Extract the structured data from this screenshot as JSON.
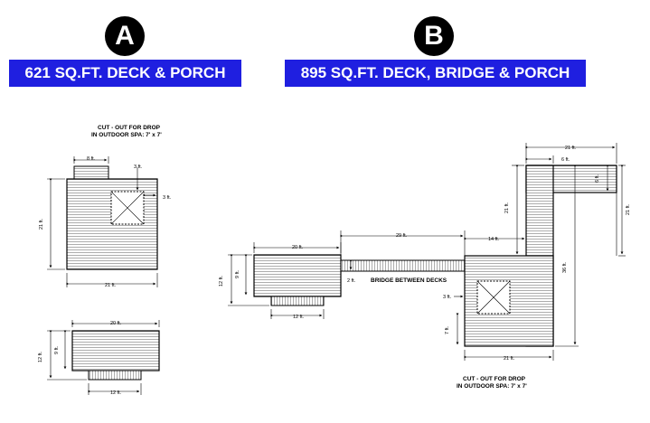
{
  "plan_a": {
    "badge": "A",
    "title": "621 SQ.FT. DECK & PORCH",
    "spa_note_line1": "CUT - OUT FOR DROP",
    "spa_note_line2": "IN OUTDOOR SPA: 7' x 7'",
    "dims": {
      "steps_width": "8 ft.",
      "spa_top_offset": "3 ft.",
      "spa_right_offset": "3 ft.",
      "deck_height": "21 ft.",
      "deck_width": "21 ft.",
      "porch_width": "20 ft.",
      "porch_depth_inner": "9 ft.",
      "porch_depth_total": "12 ft.",
      "porch_steps": "12 ft."
    }
  },
  "plan_b": {
    "badge": "B",
    "title": "895 SQ.FT. DECK, BRIDGE & PORCH",
    "bridge_label": "BRIDGE BETWEEN DECKS",
    "spa_note_line1": "CUT - OUT FOR DROP",
    "spa_note_line2": "IN OUTDOOR SPA: 7' x 7'",
    "dims": {
      "porch_width": "20 ft.",
      "porch_depth_inner": "9 ft.",
      "porch_depth_total": "12 ft.",
      "porch_steps": "12 ft.",
      "bridge_length": "29 ft.",
      "bridge_width": "2 ft.",
      "upper_width": "21 ft.",
      "upper_inner": "6 ft.",
      "upper_height": "21 ft.",
      "upper_right_inner": "6 ft.",
      "upper_right_total": "21 ft.",
      "mid_offset": "14 ft.",
      "main_height": "36 ft.",
      "spa_left_offset": "3 ft.",
      "spa_bottom_offset": "7 ft.",
      "main_width": "21 ft."
    }
  }
}
